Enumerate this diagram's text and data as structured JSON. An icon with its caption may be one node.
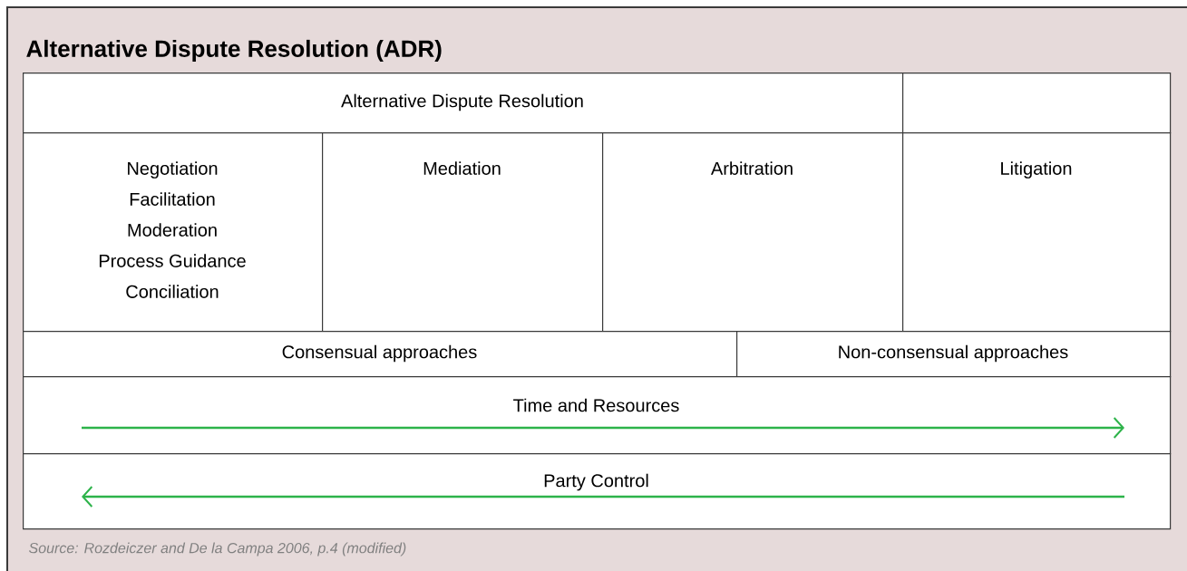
{
  "diagram": {
    "title": "Alternative Dispute Resolution (ADR)",
    "caption": "Source: Rozdeiczer and De la Campa 2006, p.4 (modified)",
    "nodes": [
      {
        "text": [
          "Alternative Dispute Resolution"
        ]
      },
      {
        "text": [],
        "shape": "box"
      },
      {
        "text": [
          "Negotiation",
          "Facilitation",
          "Moderation",
          "Process Guidance",
          "Conciliation"
        ]
      },
      {
        "text": [
          "Mediation"
        ]
      },
      {
        "text": [
          "Arbitration"
        ]
      },
      {
        "text": [
          "Litigation"
        ]
      },
      {
        "text": [
          "Consensual approaches"
        ]
      },
      {
        "text": [
          "Non-consensual approaches"
        ]
      },
      {
        "text": [
          "Time and Resources"
        ]
      },
      {
        "text": [
          "Party Control"
        ]
      }
    ]
  }
}
